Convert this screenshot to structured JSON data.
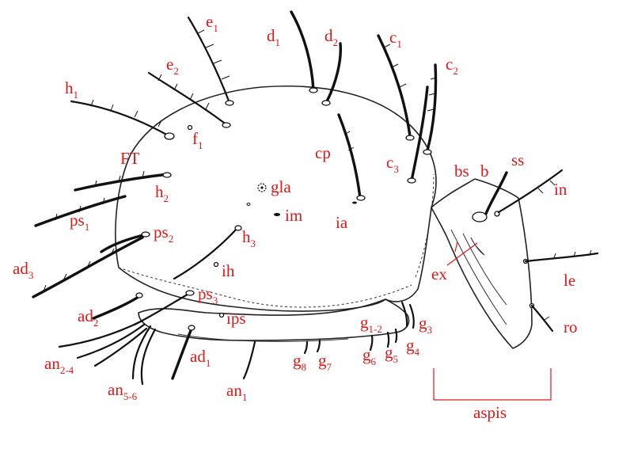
{
  "labels": {
    "e1": {
      "main": "e",
      "sub": "1"
    },
    "e2": {
      "main": "e",
      "sub": "2"
    },
    "d1": {
      "main": "d",
      "sub": "1"
    },
    "d2": {
      "main": "d",
      "sub": "2"
    },
    "c1": {
      "main": "c",
      "sub": "1"
    },
    "c2": {
      "main": "c",
      "sub": "2"
    },
    "c3": {
      "main": "c",
      "sub": "3"
    },
    "h1": {
      "main": "h",
      "sub": "1"
    },
    "h2": {
      "main": "h",
      "sub": "2"
    },
    "h3": {
      "main": "h",
      "sub": "3"
    },
    "f1": {
      "main": "f",
      "sub": "1"
    },
    "ps1": {
      "main": "ps",
      "sub": "1"
    },
    "ps2": {
      "main": "ps",
      "sub": "2"
    },
    "ps3": {
      "main": "ps",
      "sub": "3"
    },
    "ad1": {
      "main": "ad",
      "sub": "1"
    },
    "ad2": {
      "main": "ad",
      "sub": "2"
    },
    "ad3": {
      "main": "ad",
      "sub": "3"
    },
    "an1": {
      "main": "an",
      "sub": "1"
    },
    "an24": {
      "main": "an",
      "sub": "2-4"
    },
    "an56": {
      "main": "an",
      "sub": "5-6"
    },
    "g12": {
      "main": "g",
      "sub": "1-2"
    },
    "g3": {
      "main": "g",
      "sub": "3"
    },
    "g4": {
      "main": "g",
      "sub": "4"
    },
    "g5": {
      "main": "g",
      "sub": "5"
    },
    "g6": {
      "main": "g",
      "sub": "6"
    },
    "g7": {
      "main": "g",
      "sub": "7"
    },
    "g8": {
      "main": "g",
      "sub": "8"
    },
    "ft": "FT",
    "cp": "cp",
    "gla": "gla",
    "im": "im",
    "ia": "ia",
    "ih": "ih",
    "ips": "ips",
    "bs": "bs",
    "b": "b",
    "ss": "ss",
    "in": "in",
    "le": "le",
    "ro": "ro",
    "ex": "ex",
    "aspis": "aspis"
  },
  "colors": {
    "label": "#e01818",
    "ink": "#111111"
  }
}
